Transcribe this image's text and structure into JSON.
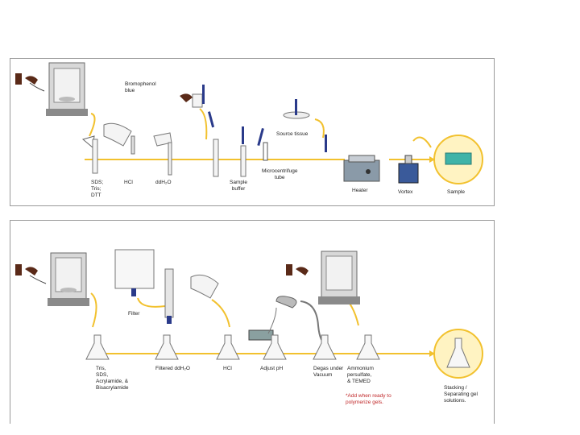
{
  "top_panel": {
    "labels": {
      "bromophenol": "Bromophenol\nblue",
      "source_tissue": "Source tissue",
      "sds_tris_dtt": "SDS;\nTris;\nDTT",
      "hcl": "HCl",
      "ddh2o": "ddH₂O",
      "sample_buffer": "Sample\nbuffer",
      "microcentrifuge": "Microcentrifuge\ntube",
      "heater": "Heater",
      "vortex": "Vortex",
      "sample": "Sample"
    }
  },
  "bottom_panel": {
    "labels": {
      "filter": "Filter",
      "tris_sds": "Tris,\nSDS,\nAcrylamide, &\nBisacrylamide",
      "filtered_water": "Filtered ddH₂O",
      "hcl": "HCl",
      "adjust_ph": "Adjust pH",
      "degas": "Degas under\nVacuum",
      "ammonium": "Ammonium\npersulfate,\n& TEMED",
      "add_note": "*Add when ready to\npolymerize gels.",
      "stacking": "Stacking /\nSeparating gel\nsolutions."
    }
  },
  "colors": {
    "flow": "#f2c12e",
    "balance": "#8a8a8a",
    "bottle": "#5a2a18",
    "pipette": "#2a3a8a",
    "heater": "#6a7a8a",
    "vortex": "#3a5a9a",
    "sample_rack": "#3fb3a8",
    "note": "#c0282a"
  }
}
